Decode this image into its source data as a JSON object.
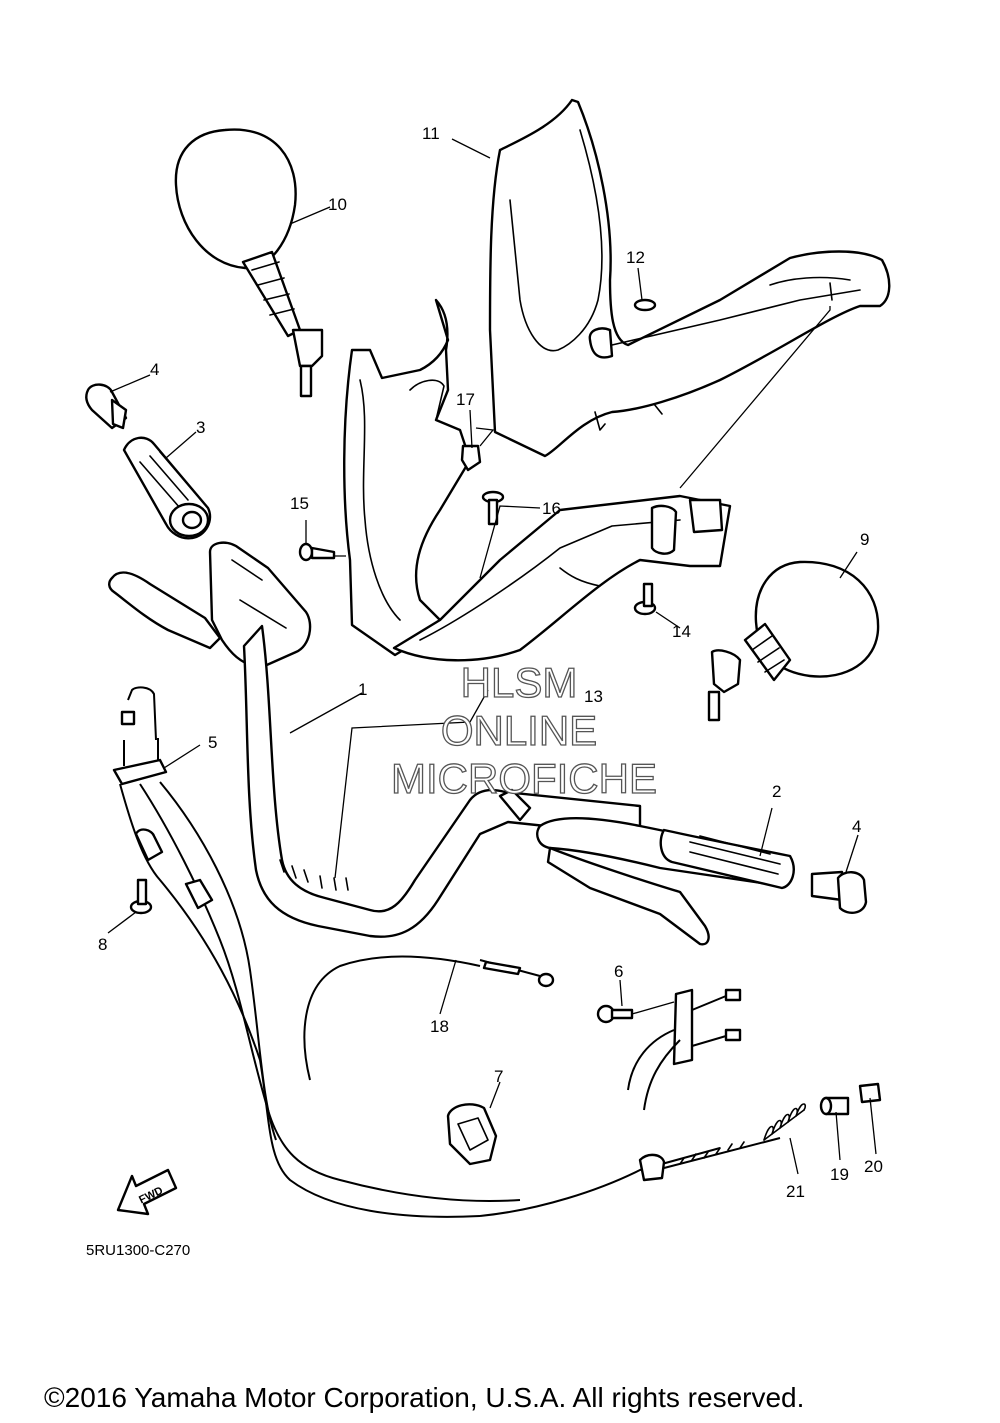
{
  "part_labels": [
    "1",
    "2",
    "3",
    "4",
    "4",
    "5",
    "6",
    "7",
    "8",
    "9",
    "10",
    "11",
    "12",
    "13",
    "14",
    "15",
    "16",
    "17",
    "18",
    "19",
    "20",
    "21"
  ],
  "watermark": {
    "line1": "HLSM",
    "line2": "ONLINE",
    "line3": "MICROFICHE"
  },
  "fwd_arrow_label": "FWD",
  "diagram_code": "5RU1300-C270",
  "copyright": "©2016 Yamaha Motor Corporation, U.S.A. All rights reserved."
}
